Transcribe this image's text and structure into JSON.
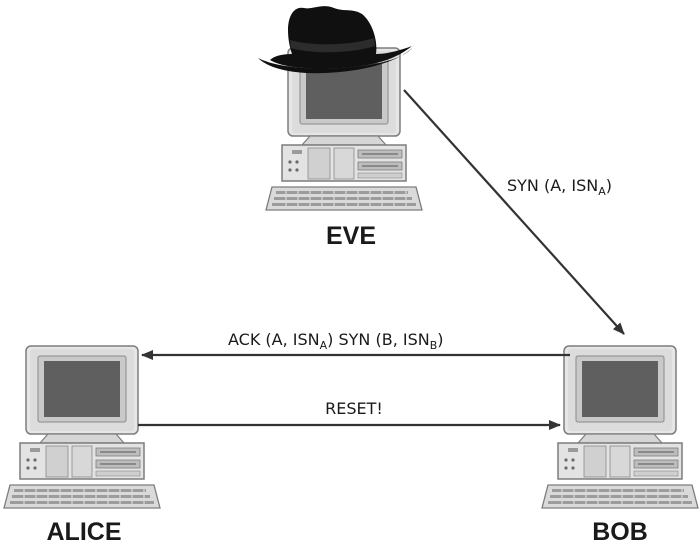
{
  "nodes": {
    "eve": {
      "label": "EVE"
    },
    "alice": {
      "label": "ALICE"
    },
    "bob": {
      "label": "BOB"
    }
  },
  "messages": {
    "syn_eve_to_bob": {
      "text": "SYN (A, ISN",
      "sub": "A",
      "close": ")"
    },
    "ack_syn_bob_to_alice": {
      "part1": "ACK (A, ISN",
      "sub1": "A",
      "part2": ") SYN (B, ISN",
      "sub2": "B",
      "close": ")"
    },
    "reset_alice_to_bob": {
      "text": "RESET!"
    }
  },
  "icons": {
    "eve": [
      "computer-icon",
      "fedora-hat-icon"
    ],
    "alice": [
      "computer-icon"
    ],
    "bob": [
      "computer-icon"
    ]
  },
  "colors": {
    "line": "#333333",
    "screen": "#5f5f5f",
    "hat": "#101010"
  }
}
